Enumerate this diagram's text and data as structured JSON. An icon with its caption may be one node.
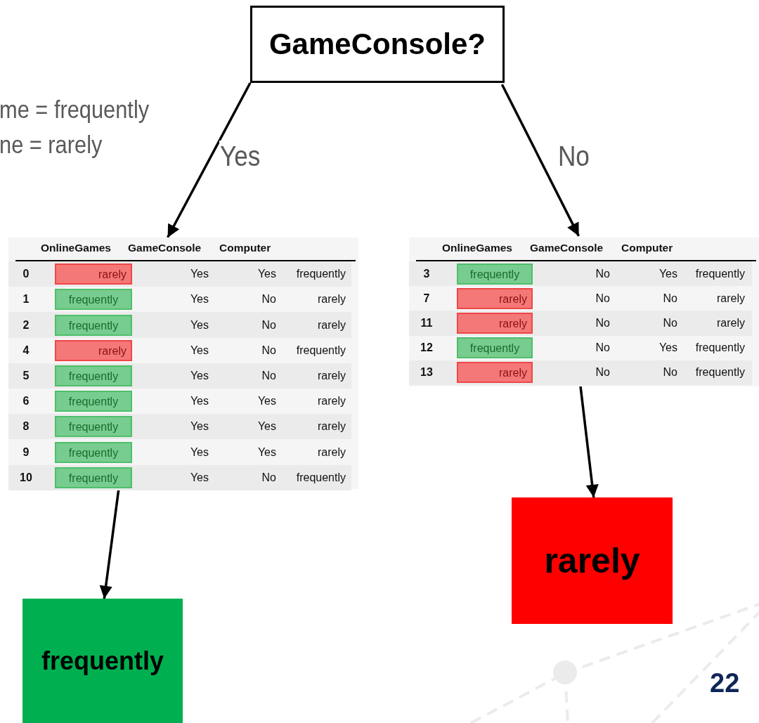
{
  "diagram": {
    "nodes": [
      {
        "text": [
          "GameConsole?"
        ]
      },
      {
        "text": [
          "OnlineGames",
          "GameConsole",
          "Computer",
          "0",
          "rarely",
          "Yes",
          "Yes",
          "frequently",
          "1",
          "frequently",
          "Yes",
          "No",
          "rarely",
          "2",
          "frequently",
          "Yes",
          "No",
          "rarely",
          "4",
          "rarely",
          "Yes",
          "No",
          "frequently",
          "5",
          "frequently",
          "Yes",
          "No",
          "rarely",
          "6",
          "frequently",
          "Yes",
          "Yes",
          "rarely",
          "8",
          "frequently",
          "Yes",
          "Yes",
          "rarely",
          "9",
          "frequently",
          "Yes",
          "Yes",
          "rarely",
          "10",
          "frequently",
          "Yes",
          "No",
          "frequently"
        ]
      },
      {
        "text": [
          "OnlineGames",
          "GameConsole",
          "Computer",
          "3",
          "frequently",
          "No",
          "Yes",
          "frequently",
          "7",
          "rarely",
          "No",
          "No",
          "rarely",
          "11",
          "rarely",
          "No",
          "No",
          "rarely",
          "12",
          "frequently",
          "No",
          "Yes",
          "frequently",
          "13",
          "rarely",
          "No",
          "No",
          "frequently"
        ]
      },
      {
        "text": [
          "frequently"
        ]
      },
      {
        "text": [
          "rarely"
        ]
      }
    ],
    "edges": [
      {
        "from": 0,
        "to": 1,
        "arrow": "to",
        "label": "Yes"
      },
      {
        "from": 0,
        "to": 2,
        "arrow": "to",
        "label": "No"
      },
      {
        "from": 1,
        "to": 3,
        "arrow": "to"
      },
      {
        "from": 2,
        "to": 4,
        "arrow": "to"
      }
    ],
    "labels": [
      "me = frequently",
      "ne = rarely",
      "22"
    ]
  }
}
